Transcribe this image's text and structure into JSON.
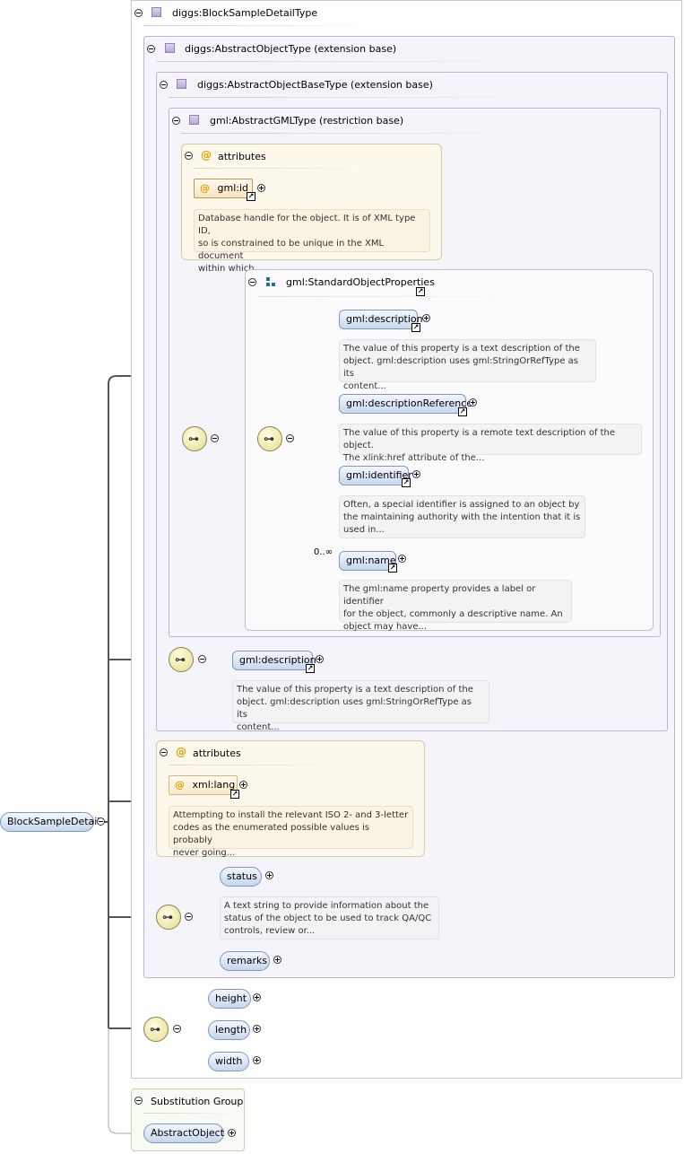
{
  "root_element": "BlockSampleDetail",
  "block_type": "diggs:BlockSampleDetailType",
  "abstract_object_type": "diggs:AbstractObjectType (extension base)",
  "abstract_object_base_type": "diggs:AbstractObjectBaseType (extension base)",
  "abstract_gml_type": "gml:AbstractGMLType (restriction base)",
  "attributes_label": "attributes",
  "gml_id": {
    "name": "gml:id",
    "doc": [
      "Database handle for the object. It is of XML type ID,",
      "so is constrained to be unique in the XML document",
      "within which..."
    ]
  },
  "standard_object_properties": {
    "title": "gml:StandardObjectProperties",
    "items": [
      {
        "name": "gml:description",
        "doc": [
          "The value of this property is a text description of the",
          "object. gml:description uses gml:StringOrRefType as its",
          "content..."
        ]
      },
      {
        "name": "gml:descriptionReference",
        "doc": [
          "The value of this property is a remote text description of the object.",
          "The xlink:href attribute of the..."
        ]
      },
      {
        "name": "gml:identifier",
        "doc": [
          "Often, a special identifier is assigned to an object by",
          "the maintaining authority with the intention that it is",
          "used in..."
        ]
      },
      {
        "name": "gml:name",
        "cardinality": "0..∞",
        "doc": [
          "The gml:name property provides a label or identifier",
          "for the object, commonly a descriptive name. An",
          "object may have..."
        ]
      }
    ]
  },
  "abstract_object_description": {
    "name": "gml:description",
    "doc": [
      "The value of this property is a text description of the",
      "object. gml:description uses gml:StringOrRefType as its",
      "content..."
    ]
  },
  "xml_lang": {
    "name": "xml:lang",
    "doc": [
      "Attempting to install the relevant ISO 2- and 3-letter",
      "codes as the enumerated possible values is probably",
      "never going..."
    ]
  },
  "status": {
    "name": "status",
    "doc": [
      "A text string to provide information about the",
      "status of the object to be used to track QA/QC",
      "controls, review or..."
    ]
  },
  "remarks": "remarks",
  "dimensions": [
    "height",
    "length",
    "width"
  ],
  "substitution_group": {
    "title": "Substitution Group",
    "member": "AbstractObject"
  },
  "link_glyph": "↗",
  "colors": {
    "element": "#c7d7ee",
    "type_box": "#f6f4fb",
    "attribute_box": "#fdf8ec",
    "group_box": "#fbfbfe",
    "substitution": "#f7fbf4"
  }
}
